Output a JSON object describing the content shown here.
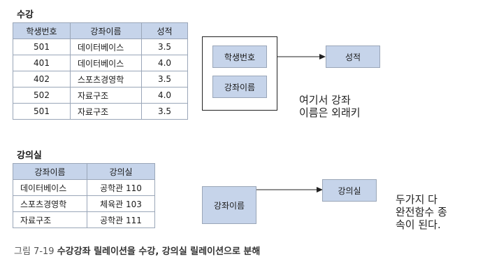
{
  "section1": {
    "title": "수강",
    "table": {
      "headers": [
        "학생번호",
        "강좌이름",
        "성적"
      ],
      "rows": [
        [
          "501",
          "데이터베이스",
          "3.5"
        ],
        [
          "401",
          "데이터베이스",
          "4.0"
        ],
        [
          "402",
          "스포츠경영학",
          "3.5"
        ],
        [
          "502",
          "자료구조",
          "4.0"
        ],
        [
          "501",
          "자료구조",
          "3.5"
        ]
      ]
    },
    "diagram": {
      "left_attrs": [
        "학생번호",
        "강좌이름"
      ],
      "right_attr": "성적"
    },
    "note": [
      "여기서 강좌",
      "이름은 외래키"
    ]
  },
  "section2": {
    "title": "강의실",
    "table": {
      "headers": [
        "강좌이름",
        "강의실"
      ],
      "rows": [
        [
          "데이터베이스",
          "공학관 110"
        ],
        [
          "스포츠경영학",
          "체육관 103"
        ],
        [
          "자료구조",
          "공학관 111"
        ]
      ]
    },
    "diagram": {
      "left_attr": "강좌이름",
      "right_attr": "강의실"
    },
    "note": [
      "두가지 다",
      "완전함수 종",
      "속이 된다."
    ]
  },
  "caption": {
    "number": "그림 7-19",
    "text": "수강강좌 릴레이션을 수강, 강의실 릴레이션으로 분해"
  },
  "colors": {
    "header_fill": "#c6d4ea",
    "border": "#9aa6b8"
  }
}
